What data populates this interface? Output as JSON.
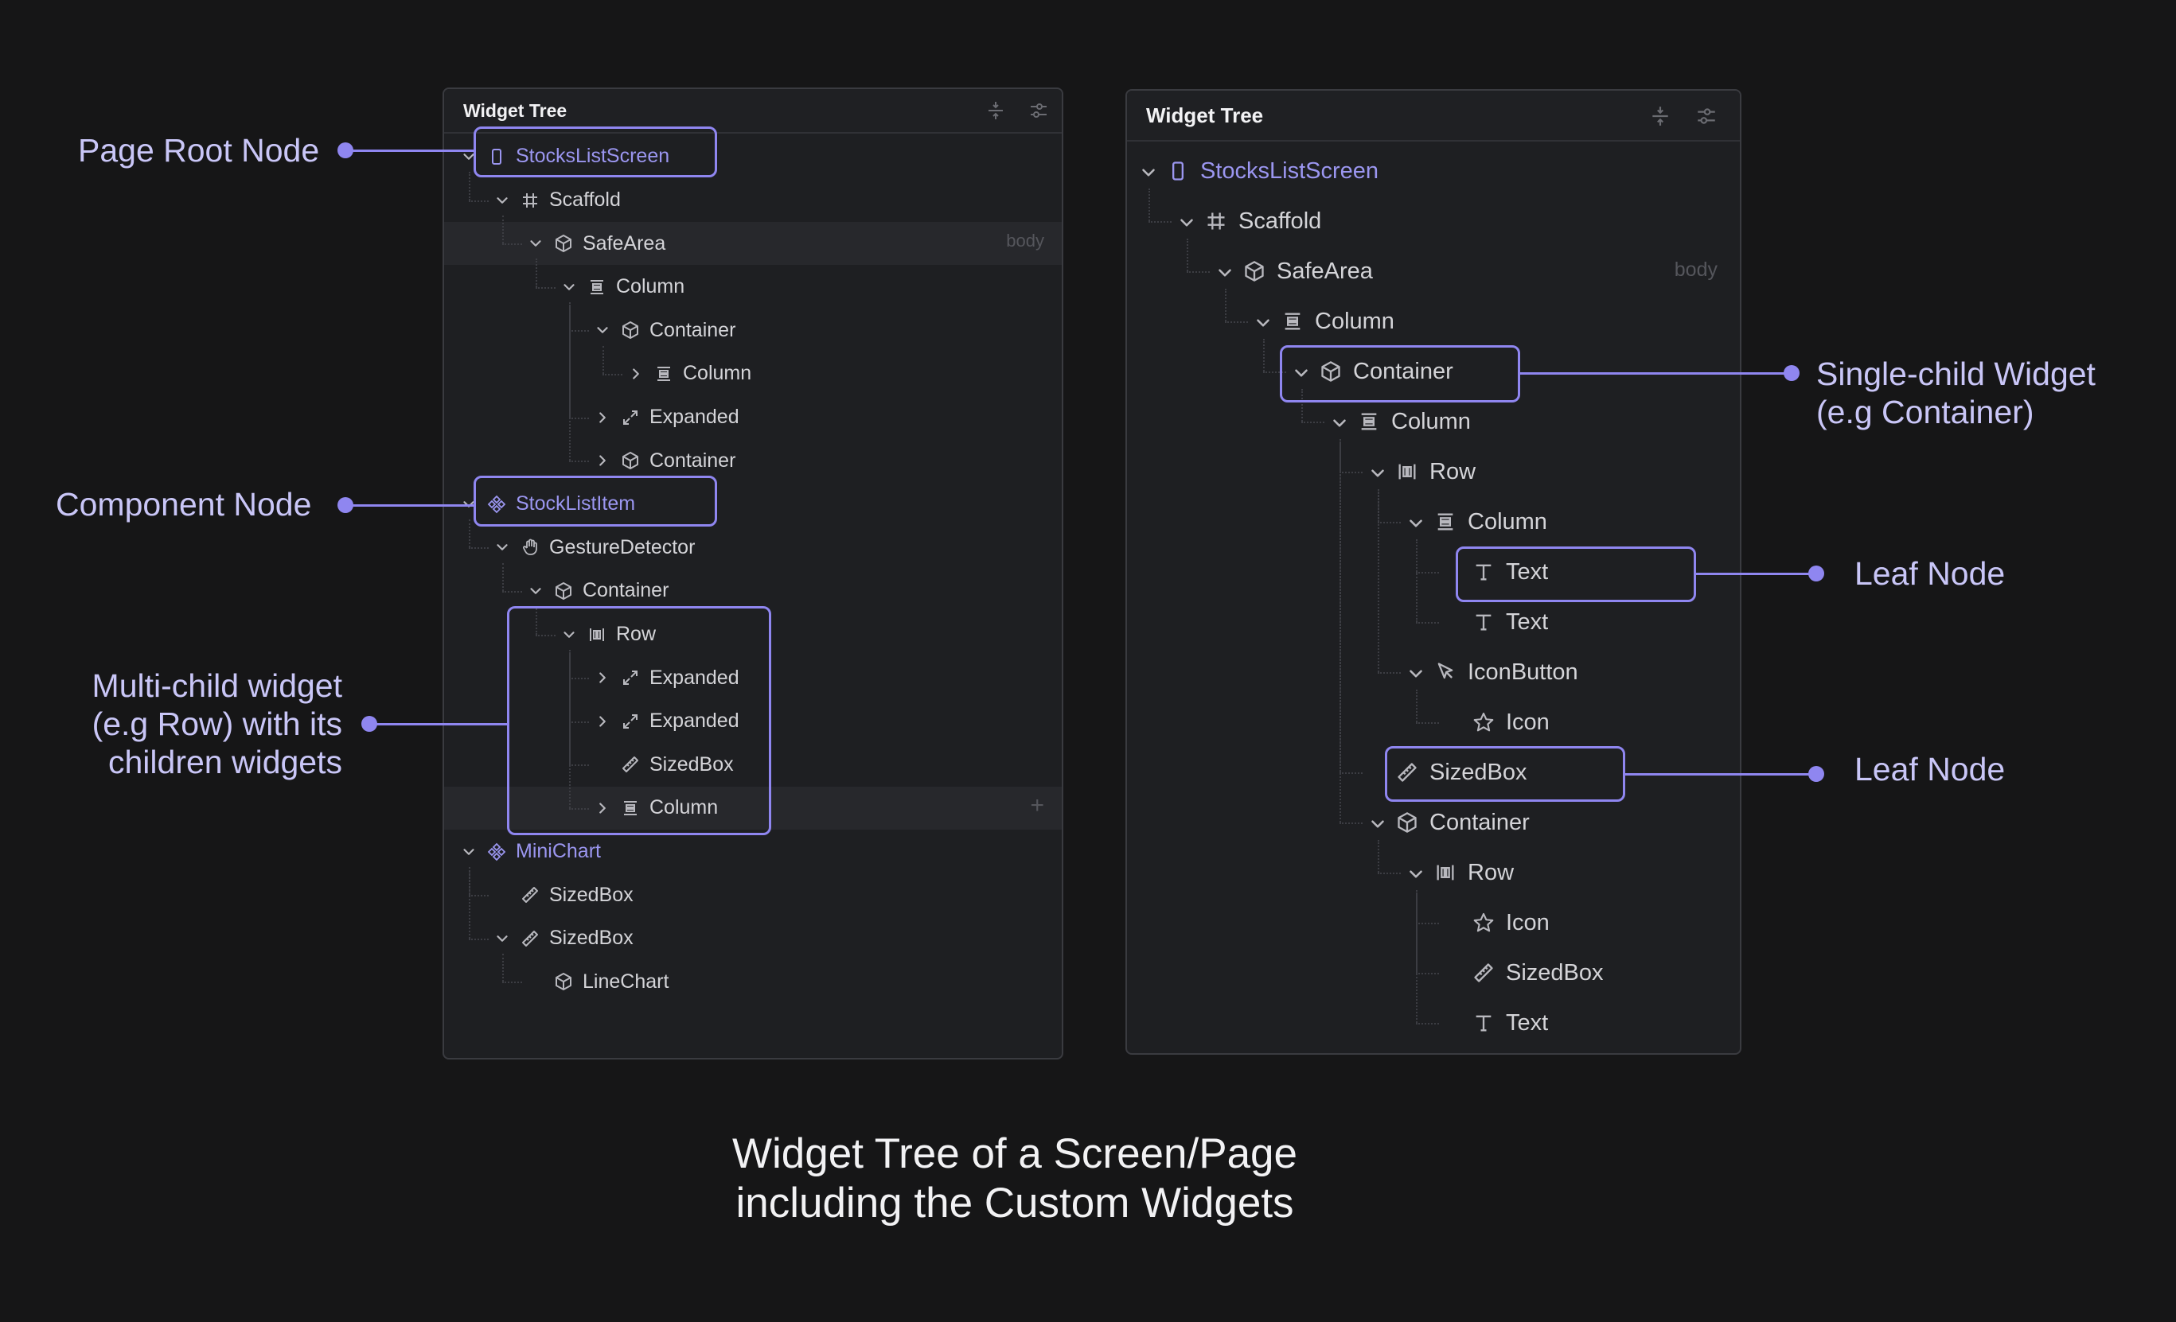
{
  "colors": {
    "background": "#161617",
    "panel": "#1e1f22",
    "accent": "#8f86f0",
    "label": "#c9c6f7",
    "component": "#9b96f0"
  },
  "left_panel": {
    "title": "Widget Tree",
    "tag": "body",
    "nodes": [
      {
        "label": "StocksListScreen",
        "icon": "page-icon"
      },
      {
        "label": "Scaffold",
        "icon": "grid-icon"
      },
      {
        "label": "SafeArea",
        "icon": "cube-icon"
      },
      {
        "label": "Column",
        "icon": "column-icon"
      },
      {
        "label": "Container",
        "icon": "cube-icon"
      },
      {
        "label": "Column",
        "icon": "column-icon"
      },
      {
        "label": "Expanded",
        "icon": "expand-icon"
      },
      {
        "label": "Container",
        "icon": "cube-icon"
      },
      {
        "label": "StockListItem",
        "icon": "component-icon"
      },
      {
        "label": "GestureDetector",
        "icon": "hand-icon"
      },
      {
        "label": "Container",
        "icon": "cube-icon"
      },
      {
        "label": "Row",
        "icon": "row-icon"
      },
      {
        "label": "Expanded",
        "icon": "expand-icon"
      },
      {
        "label": "Expanded",
        "icon": "expand-icon"
      },
      {
        "label": "SizedBox",
        "icon": "ruler-icon"
      },
      {
        "label": "Column",
        "icon": "column-icon"
      },
      {
        "label": "MiniChart",
        "icon": "component-icon"
      },
      {
        "label": "SizedBox",
        "icon": "ruler-icon"
      },
      {
        "label": "SizedBox",
        "icon": "ruler-icon"
      },
      {
        "label": "LineChart",
        "icon": "cube-icon"
      }
    ],
    "add_label": "+"
  },
  "right_panel": {
    "title": "Widget Tree",
    "tag": "body",
    "nodes": [
      {
        "label": "StocksListScreen",
        "icon": "page-icon"
      },
      {
        "label": "Scaffold",
        "icon": "grid-icon"
      },
      {
        "label": "SafeArea",
        "icon": "cube-icon"
      },
      {
        "label": "Column",
        "icon": "column-icon"
      },
      {
        "label": "Container",
        "icon": "cube-icon"
      },
      {
        "label": "Column",
        "icon": "column-icon"
      },
      {
        "label": "Row",
        "icon": "row-icon"
      },
      {
        "label": "Column",
        "icon": "column-icon"
      },
      {
        "label": "Text",
        "icon": "text-icon"
      },
      {
        "label": "Text",
        "icon": "text-icon"
      },
      {
        "label": "IconButton",
        "icon": "pointer-icon"
      },
      {
        "label": "Icon",
        "icon": "star-icon"
      },
      {
        "label": "SizedBox",
        "icon": "ruler-icon"
      },
      {
        "label": "Container",
        "icon": "cube-icon"
      },
      {
        "label": "Row",
        "icon": "row-icon"
      },
      {
        "label": "Icon",
        "icon": "star-icon"
      },
      {
        "label": "SizedBox",
        "icon": "ruler-icon"
      },
      {
        "label": "Text",
        "icon": "text-icon"
      }
    ]
  },
  "callouts": {
    "page_root": "Page Root Node",
    "component": "Component Node",
    "multi_child_1": "Multi-child widget",
    "multi_child_2": "(e.g Row) with its",
    "multi_child_3": "children widgets",
    "single_child_1": "Single-child Widget",
    "single_child_2": "(e.g Container)",
    "leaf_1": "Leaf Node",
    "leaf_2": "Leaf Node"
  },
  "caption": {
    "line1": "Widget Tree of a Screen/Page",
    "line2": "including the Custom Widgets"
  }
}
